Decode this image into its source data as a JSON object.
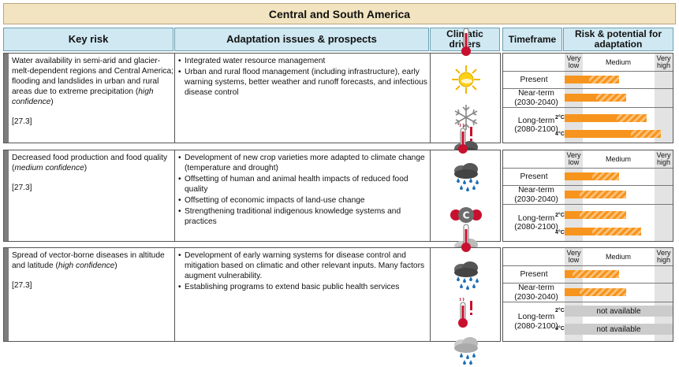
{
  "title": "Central and South America",
  "headers": {
    "key_risk": "Key risk",
    "adaptation": "Adaptation issues & prospects",
    "drivers": "Climatic drivers",
    "timeframe": "Timeframe",
    "risk_potential": "Risk & potential for adaptation"
  },
  "scale": {
    "very_low": "Very low",
    "medium": "Medium",
    "very_high": "Very high"
  },
  "timeframes": {
    "present": "Present",
    "near_term": "Near-term (2030-2040)",
    "long_term": "Long-term (2080-2100)",
    "deg2": "2°C",
    "deg4": "4°C"
  },
  "not_available": "not available",
  "colors": {
    "risk_orange": "#f7941d",
    "potential_hatch": "#fbc27a",
    "header_blue": "#cfe8f2",
    "title_tan": "#f3e4c1"
  },
  "rows": [
    {
      "risk_text": "Water availability in semi-arid and glacier-melt-dependent regions and Central America; flooding and landslides in urban and rural areas due to extreme precipitation",
      "confidence": "high confidence",
      "ref": "[27.3]",
      "adaptation": [
        "Integrated water resource management",
        "Urban and rural flood management (including infrastructure), early warning systems, better weather and runoff forecasts, and infectious disease control"
      ],
      "drivers": [
        "warming-trend-icon",
        "drying-trend-icon",
        "snow-cover-icon",
        "extreme-precipitation-icon"
      ],
      "bars": {
        "present": {
          "risk": 0.5,
          "potential": 0.28
        },
        "near_term": {
          "risk": 0.57,
          "potential": 0.28
        },
        "long_term_2": {
          "risk": 0.76,
          "potential": 0.28
        },
        "long_term_4": {
          "risk": 0.89,
          "potential": 0.28
        }
      }
    },
    {
      "risk_text": "Decreased food production and food quality",
      "confidence": "medium confidence",
      "ref": "[27.3]",
      "adaptation": [
        "Development of new crop varieties more adapted to climate change (temperature and drought)",
        "Offsetting of human and animal health impacts of reduced food quality",
        "Offsetting of economic impacts of land-use change",
        "Strengthening traditional indigenous knowledge systems and practices"
      ],
      "drivers": [
        "extreme-temperature-icon",
        "extreme-precipitation-icon",
        "carbon-dioxide-fertilization-icon",
        "precipitation-icon"
      ],
      "bars": {
        "present": {
          "risk": 0.5,
          "potential": 0.25
        },
        "near_term": {
          "risk": 0.57,
          "potential": 0.43
        },
        "long_term_2": {
          "risk": 0.57,
          "potential": 0.43
        },
        "long_term_4": {
          "risk": 0.71,
          "potential": 0.45
        }
      }
    },
    {
      "risk_text": "Spread of vector-borne diseases in altitude and latitude",
      "confidence": "high confidence",
      "ref": "[27.3]",
      "adaptation": [
        "Development of early warning systems for disease control and mitigation based on climatic and other relevant inputs. Many factors augment vulnerability.",
        "Establishing programs to extend basic public health services"
      ],
      "drivers": [
        "warming-trend-icon",
        "extreme-precipitation-icon",
        "extreme-temperature-icon",
        "precipitation-icon"
      ],
      "bars": {
        "present": {
          "risk": 0.5,
          "potential": 0.43
        },
        "near_term": {
          "risk": 0.57,
          "potential": 0.43
        }
      }
    }
  ]
}
